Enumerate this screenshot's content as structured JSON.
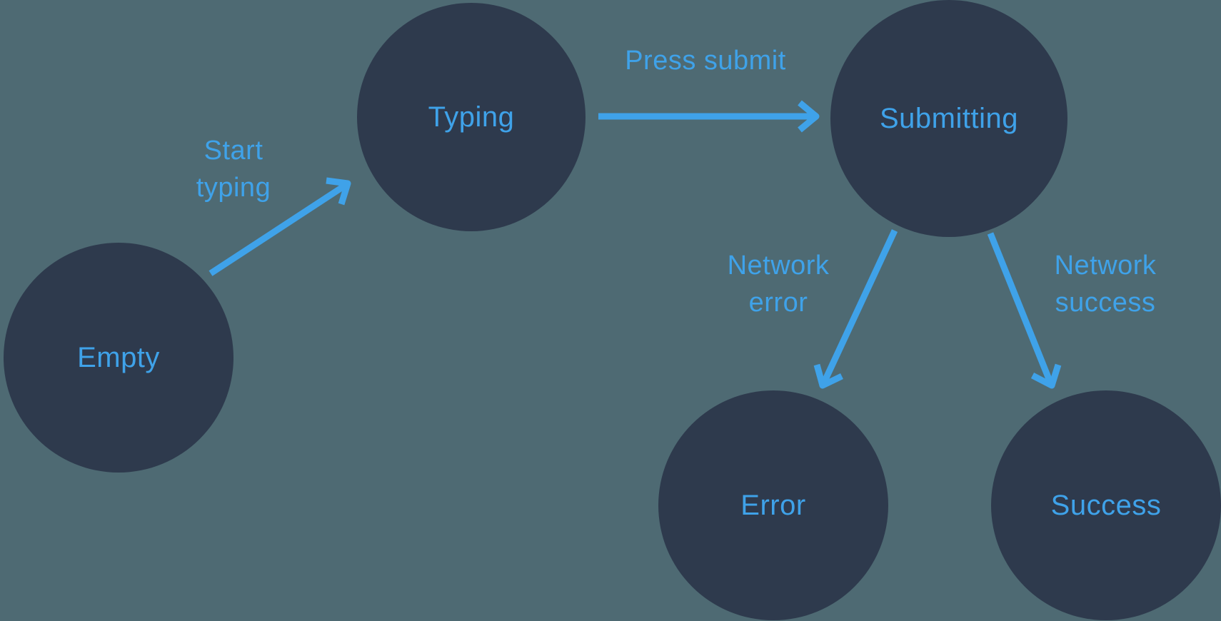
{
  "colors": {
    "background": "#4e6a73",
    "node_fill": "#2e3a4d",
    "accent_blue": "#3fa2e9"
  },
  "diagram": {
    "type": "state-machine",
    "states": [
      {
        "id": "empty",
        "label": "Empty"
      },
      {
        "id": "typing",
        "label": "Typing"
      },
      {
        "id": "submitting",
        "label": "Submitting"
      },
      {
        "id": "error",
        "label": "Error"
      },
      {
        "id": "success",
        "label": "Success"
      }
    ],
    "transitions": [
      {
        "from": "empty",
        "to": "typing",
        "label": "Start typing",
        "line1": "Start",
        "line2": "typing"
      },
      {
        "from": "typing",
        "to": "submitting",
        "label": "Press submit",
        "line1": "Press submit",
        "line2": ""
      },
      {
        "from": "submitting",
        "to": "error",
        "label": "Network error",
        "line1": "Network",
        "line2": "error"
      },
      {
        "from": "submitting",
        "to": "success",
        "label": "Network success",
        "line1": "Network",
        "line2": "success"
      }
    ]
  }
}
